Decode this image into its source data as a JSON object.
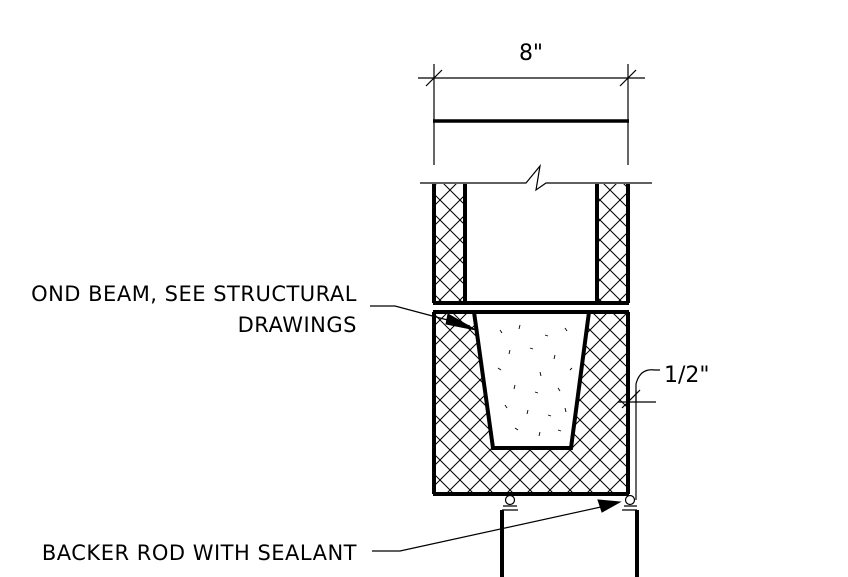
{
  "dimensions": {
    "width_label": "8\"",
    "joint_label": "1/2\""
  },
  "callouts": {
    "bond_beam_line1": "OND BEAM, SEE STRUCTURAL",
    "bond_beam_line2": "DRAWINGS",
    "backer_rod": "BACKER ROD WITH SEALANT"
  },
  "colors": {
    "linework": "#000000",
    "background": "#ffffff"
  }
}
